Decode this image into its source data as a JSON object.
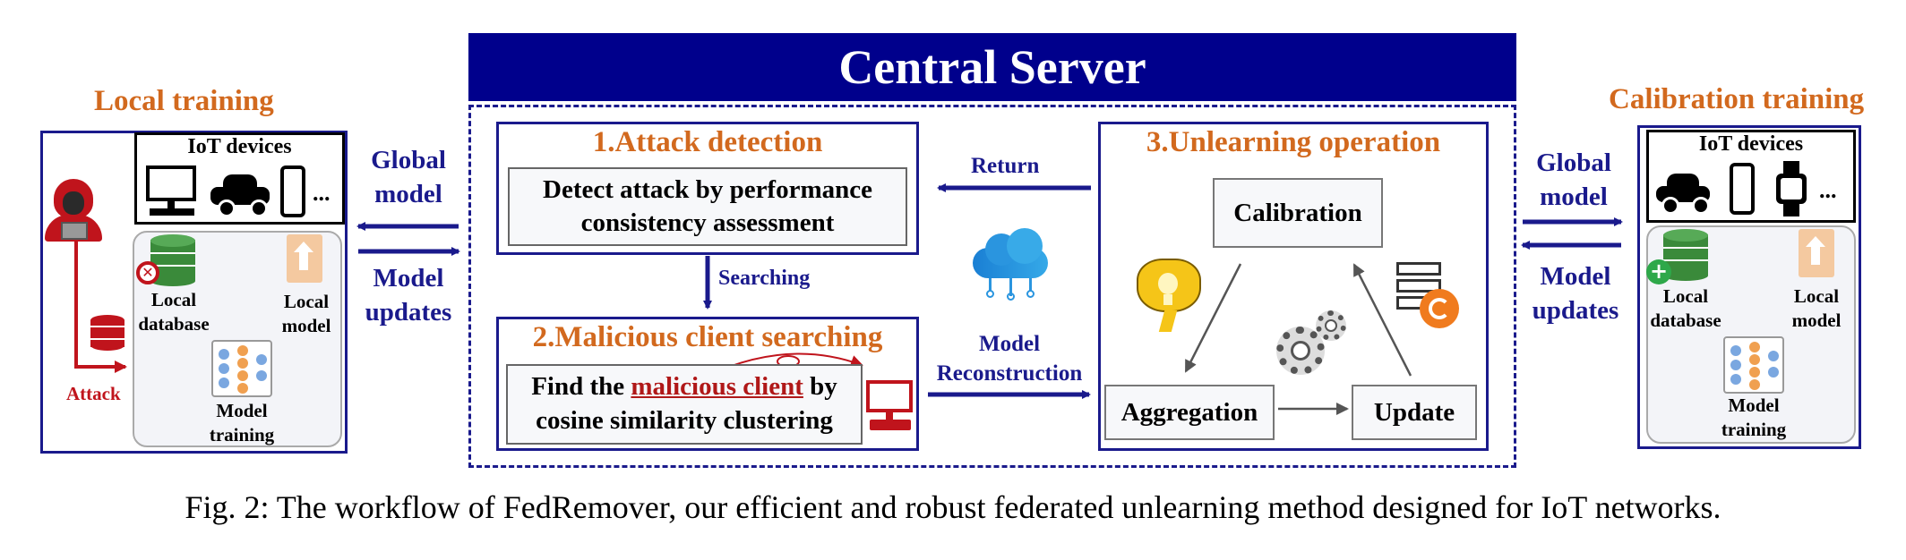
{
  "server": {
    "title": "Central Server"
  },
  "left_panel": {
    "title": "Local training",
    "iot_label": "IoT devices",
    "ellipsis": "...",
    "database_label": "Local database",
    "model_label": "Local model",
    "training_label": "Model training",
    "attack_label": "Attack"
  },
  "right_panel": {
    "title": "Calibration training",
    "iot_label": "IoT devices",
    "ellipsis": "...",
    "database_label": "Local database",
    "model_label": "Local model",
    "training_label": "Model training"
  },
  "left_arrows": {
    "global": "Global model",
    "updates": "Model updates"
  },
  "right_arrows": {
    "global": "Global model",
    "updates": "Model updates"
  },
  "step1": {
    "title": "1.Attack detection",
    "text": "Detect attack by performance consistency assessment"
  },
  "searching_label": "Searching",
  "step2": {
    "title": "2.Malicious client searching",
    "text_pre": "Find the ",
    "text_highlight": "malicious client",
    "text_post": " by cosine similarity clustering"
  },
  "return_label": "Return",
  "reconstruction_label": "Model Reconstruction",
  "step3": {
    "title": "3.Unlearning operation",
    "calibration": "Calibration",
    "aggregation": "Aggregation",
    "update": "Update"
  },
  "caption": "Fig. 2: The workflow of FedRemover, our efficient and robust federated unlearning method designed for IoT networks.",
  "colors": {
    "navy": "#1a1a8c",
    "orange": "#d2691e",
    "attack_red": "#c0141c",
    "db_green": "#3a8a3a"
  }
}
